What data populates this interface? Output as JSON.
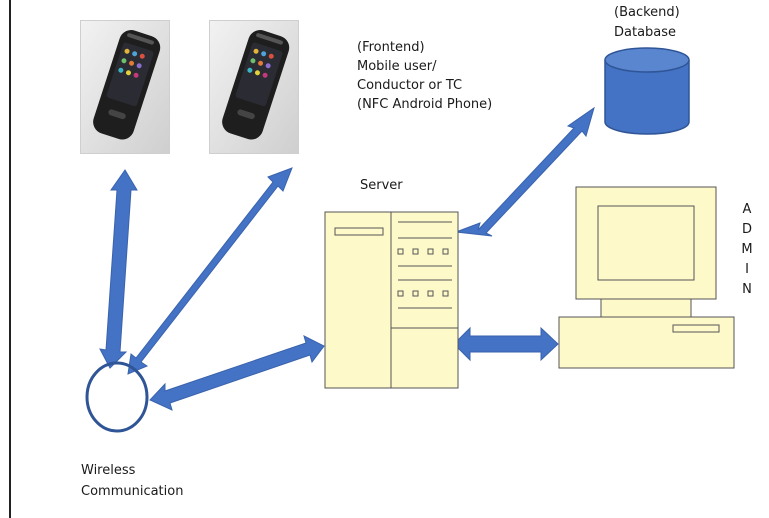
{
  "labels": {
    "frontend": [
      "(Frontend)",
      "Mobile user/",
      "Conductor or TC",
      "(NFC Android Phone)"
    ],
    "database": [
      "(Backend)",
      "Database"
    ],
    "server": "Server",
    "admin": [
      "A",
      "D",
      "M",
      "I",
      "N"
    ],
    "wireless": [
      "Wireless",
      "Communication"
    ]
  },
  "colors": {
    "arrow": "#4472c4",
    "db_fill": "#4472c4",
    "db_stroke": "#2f5597",
    "server_fill": "#fdf9c9",
    "computer_fill": "#fdf9c9",
    "circle_stroke": "#2f5597"
  },
  "icons": [
    "phone-image",
    "database-cylinder",
    "server-tower",
    "admin-computer",
    "wireless-circle"
  ]
}
